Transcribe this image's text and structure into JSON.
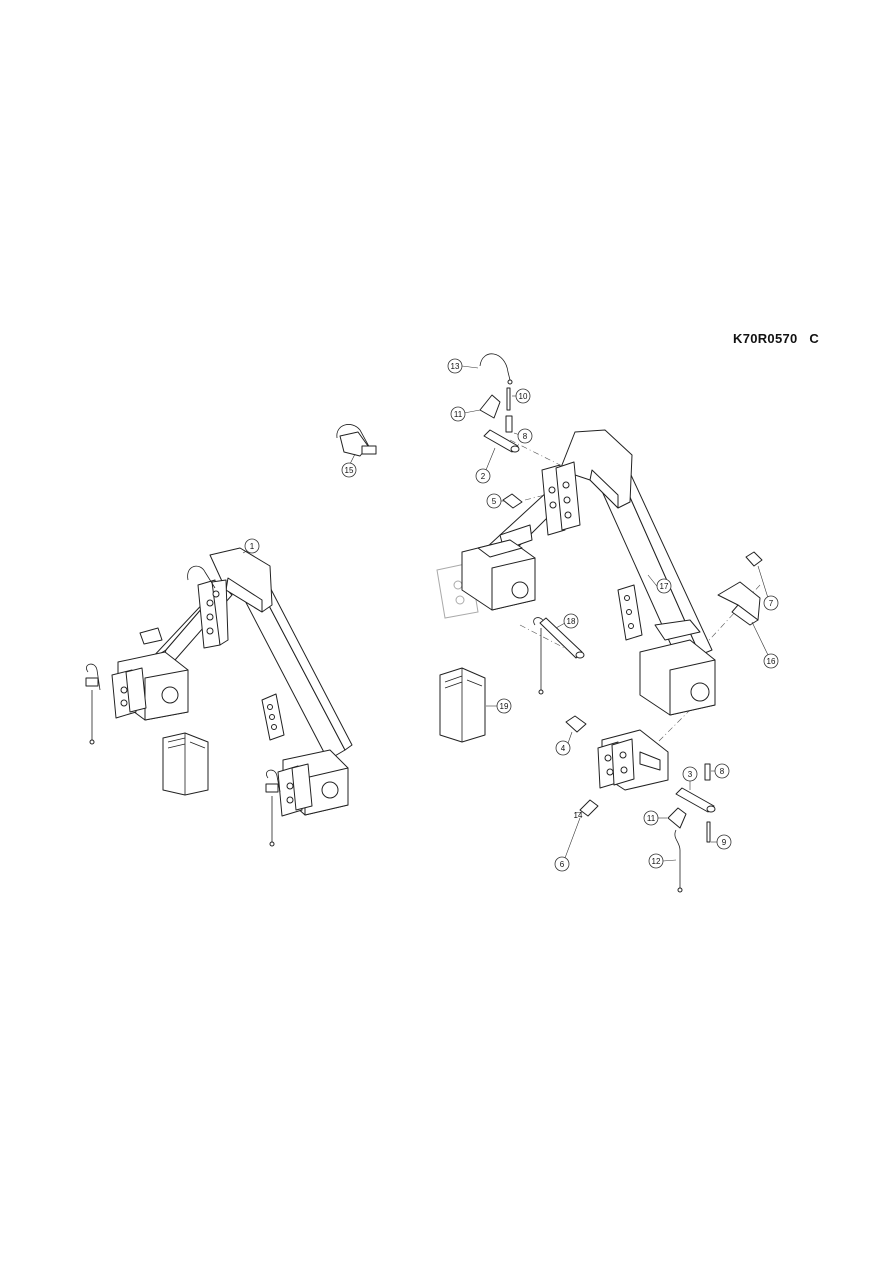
{
  "drawing": {
    "code": "K70R0570",
    "revision": "C"
  },
  "callouts": [
    "1",
    "2",
    "3",
    "4",
    "5",
    "6",
    "7",
    "8",
    "8",
    "9",
    "10",
    "11",
    "11",
    "12",
    "13",
    "14",
    "15",
    "16",
    "17",
    "18",
    "19"
  ]
}
